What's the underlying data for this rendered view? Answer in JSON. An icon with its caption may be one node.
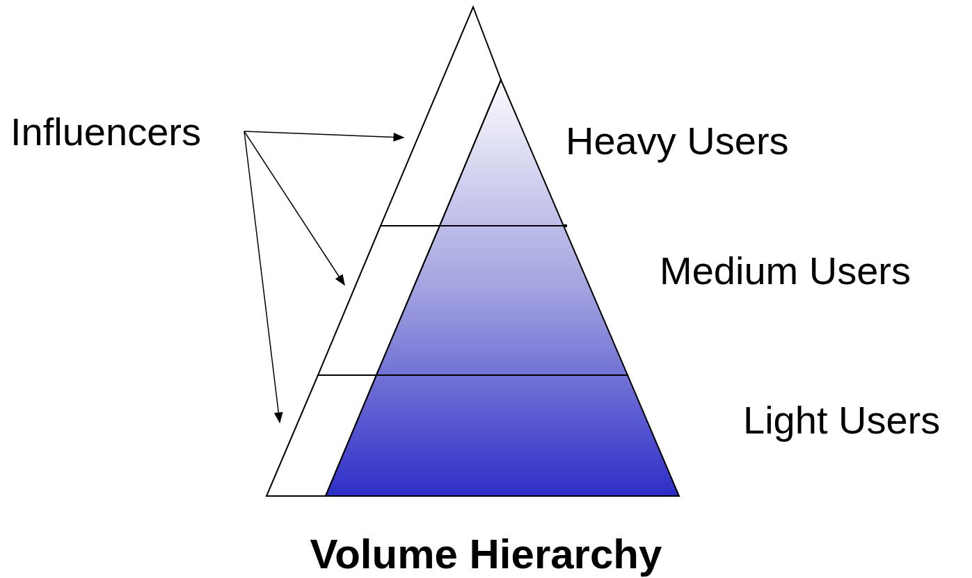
{
  "diagram": {
    "caption": "Volume Hierarchy",
    "nodes": [
      {
        "text": [
          "Influencers"
        ]
      },
      {
        "text": [],
        "shape": "band"
      },
      {
        "text": [],
        "shape": "band"
      },
      {
        "text": [],
        "shape": "band"
      },
      {
        "text": [
          "Heavy Users"
        ]
      },
      {
        "text": [
          "Medium Users"
        ]
      },
      {
        "text": [
          "Light Users"
        ]
      }
    ],
    "edges": [
      {
        "from": 0,
        "to": 1,
        "arrow": "to"
      },
      {
        "from": 0,
        "to": 2,
        "arrow": "to"
      },
      {
        "from": 0,
        "to": 3,
        "arrow": "to"
      }
    ]
  }
}
